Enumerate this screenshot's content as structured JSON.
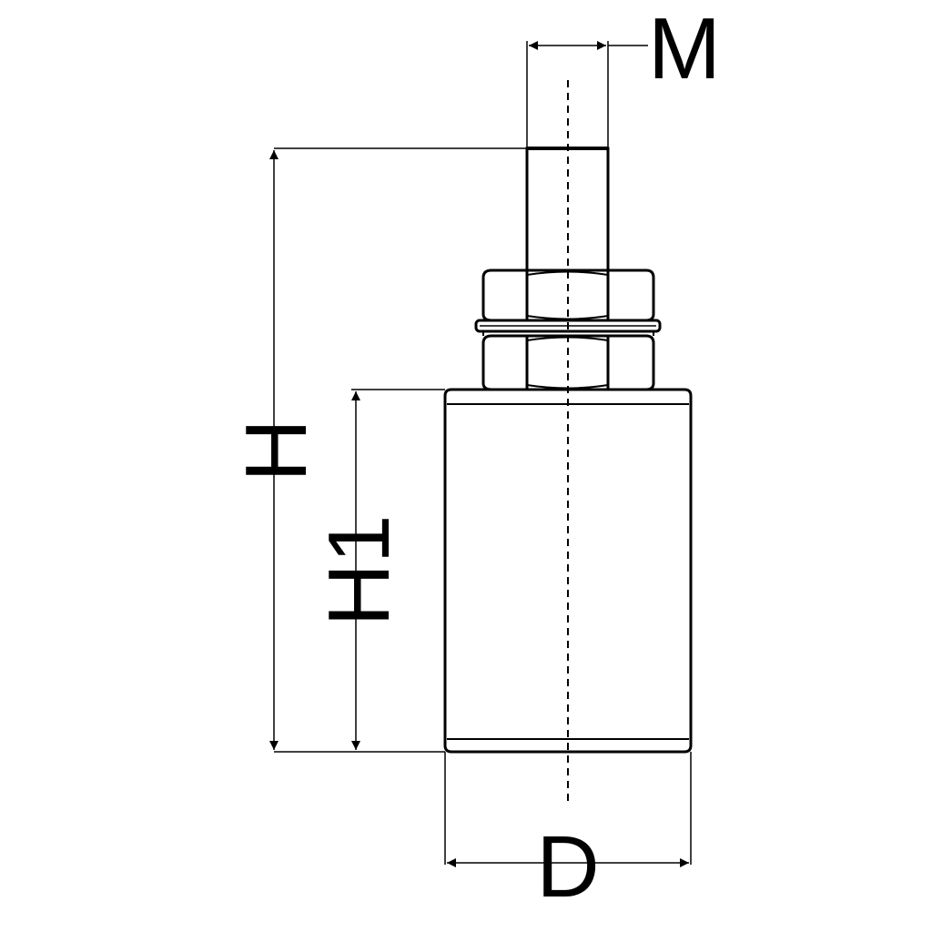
{
  "dimensions": {
    "thread": "M",
    "total_height": "H",
    "body_height": "H1",
    "diameter": "D"
  },
  "colors": {
    "line": "#000000",
    "background": "#ffffff"
  }
}
